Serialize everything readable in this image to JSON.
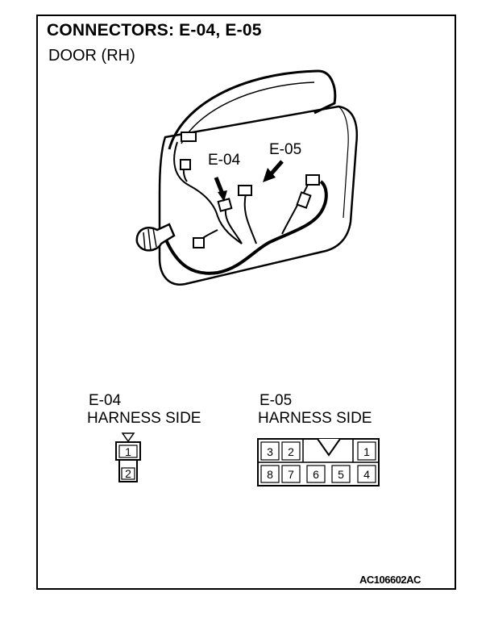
{
  "title": "CONNECTORS: E-04, E-05",
  "subtitle": "DOOR (RH)",
  "drawing": {
    "callout_e04": "E-04",
    "callout_e05": "E-05"
  },
  "e04": {
    "name": "E-04",
    "side": "HARNESS SIDE",
    "pins": [
      "1",
      "2"
    ]
  },
  "e05": {
    "name": "E-05",
    "side": "HARNESS SIDE",
    "top_pins": [
      "3",
      "2",
      "1"
    ],
    "bottom_pins": [
      "8",
      "7",
      "6",
      "5",
      "4"
    ]
  },
  "footer_code": "AC106602AC"
}
